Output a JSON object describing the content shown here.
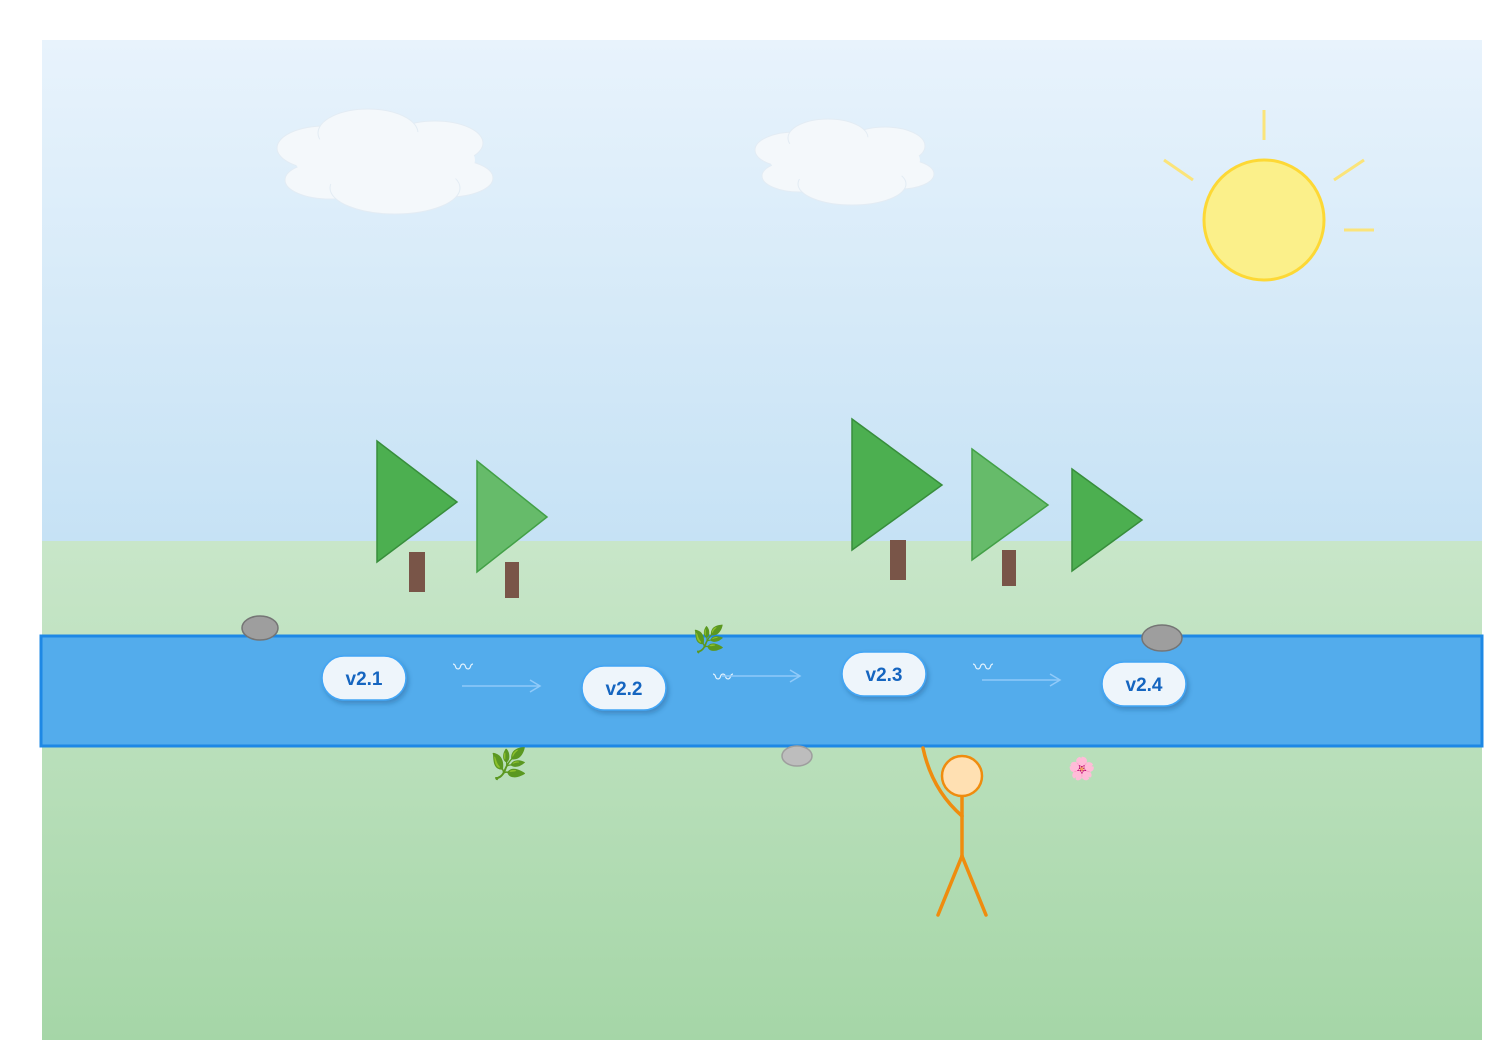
{
  "scene": {
    "colors": {
      "sky_top": "#e8f3fc",
      "sky_bottom": "#c6e2f5",
      "grass_top": "#c8e6c9",
      "grass_bottom": "#a5d6a7",
      "river_fill": "#53acec",
      "river_border": "#1e88e5",
      "sun_fill": "#fbf08a",
      "sun_stroke": "#fdd835",
      "tree_dark": "#4caf50",
      "tree_light": "#66bb6a",
      "trunk": "#795548",
      "stone": "#9e9e9e",
      "person_stroke": "#ef8c0e",
      "person_head_fill": "#ffe0b2",
      "badge_text": "#1565c0"
    },
    "icons": [
      "sun-icon",
      "cloud-icon",
      "tree-icon",
      "stone-icon",
      "plant-icon",
      "flower-icon",
      "wave-icon",
      "flow-arrow-icon",
      "stick-figure-icon"
    ]
  },
  "river": {
    "versions": [
      {
        "label": "v2.1"
      },
      {
        "label": "v2.2"
      },
      {
        "label": "v2.3"
      },
      {
        "label": "v2.4"
      }
    ],
    "wave_glyph": "〰",
    "plant_glyph": "🌿",
    "flower_glyph": "🌸"
  }
}
